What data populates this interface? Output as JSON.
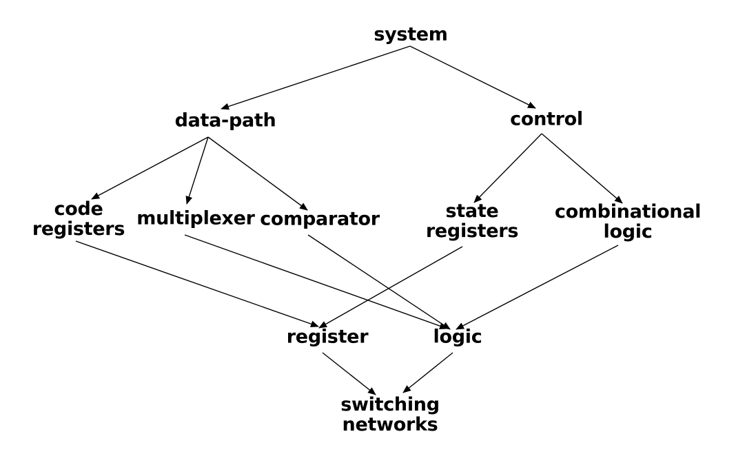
{
  "diagram": {
    "nodes": {
      "system": {
        "lines": [
          "system"
        ]
      },
      "data_path": {
        "lines": [
          "data-path"
        ]
      },
      "control": {
        "lines": [
          "control"
        ]
      },
      "code_registers": {
        "lines": [
          "code",
          "registers"
        ]
      },
      "multiplexer": {
        "lines": [
          "multiplexer"
        ]
      },
      "comparator": {
        "lines": [
          "comparator"
        ]
      },
      "state_registers": {
        "lines": [
          "state",
          "registers"
        ]
      },
      "combinational_logic": {
        "lines": [
          "combinational",
          "logic"
        ]
      },
      "register": {
        "lines": [
          "register"
        ]
      },
      "logic": {
        "lines": [
          "logic"
        ]
      },
      "switching_networks": {
        "lines": [
          "switching",
          "networks"
        ]
      }
    },
    "edges": [
      {
        "from": "system",
        "to": "data_path"
      },
      {
        "from": "system",
        "to": "control"
      },
      {
        "from": "data_path",
        "to": "code_registers"
      },
      {
        "from": "data_path",
        "to": "multiplexer"
      },
      {
        "from": "data_path",
        "to": "comparator"
      },
      {
        "from": "control",
        "to": "state_registers"
      },
      {
        "from": "control",
        "to": "combinational_logic"
      },
      {
        "from": "code_registers",
        "to": "register"
      },
      {
        "from": "multiplexer",
        "to": "logic"
      },
      {
        "from": "comparator",
        "to": "logic"
      },
      {
        "from": "state_registers",
        "to": "register"
      },
      {
        "from": "combinational_logic",
        "to": "logic"
      },
      {
        "from": "register",
        "to": "switching_networks"
      },
      {
        "from": "logic",
        "to": "switching_networks"
      }
    ],
    "colors": {
      "line": "#000000",
      "text": "#000000",
      "background": "#ffffff"
    }
  }
}
